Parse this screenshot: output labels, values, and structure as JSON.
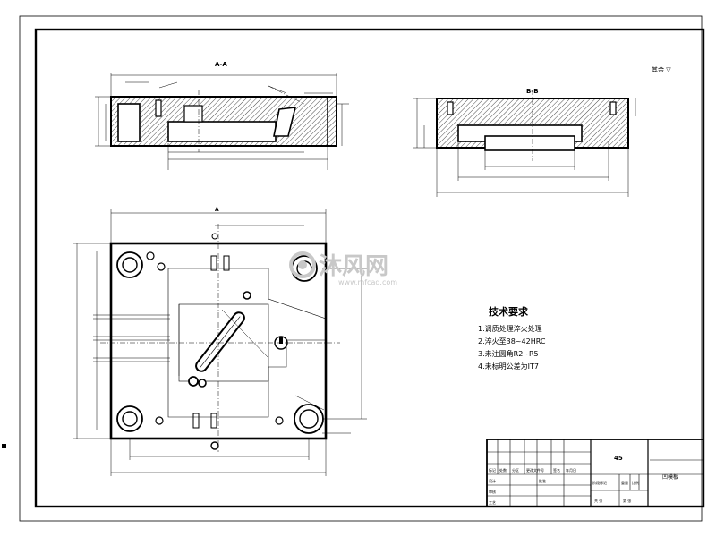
{
  "drawing": {
    "view_top_left_label": "A-A",
    "view_top_right_label": "B-B",
    "view_plan_label": "A",
    "roughness_note": "其余 ▽",
    "tech": {
      "title": "技术要求",
      "items": [
        "1.调质处理淬火处理",
        "2.淬火至38~42HRC",
        "3.未注圆角R2~R5",
        "4.未标明公差为IT7"
      ]
    },
    "title_block": {
      "part_name": "凹模板",
      "mark": "45",
      "cells": [
        "标记",
        "处数",
        "分区",
        "更改文件号",
        "签名",
        "年月日",
        "设计",
        "审核",
        "工艺",
        "批准",
        "阶段标记",
        "重量",
        "比例",
        "共 张",
        "第 张"
      ]
    }
  },
  "watermark": {
    "brand": "沐风网",
    "url": "www.mfcad.com",
    "color": "#c8c8c8"
  }
}
